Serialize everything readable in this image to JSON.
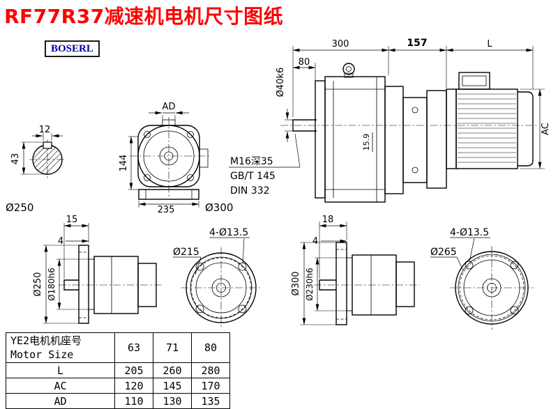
{
  "title": "RF77R37减速机电机尺寸图纸",
  "logo_text": "BOSERL",
  "main_view": {
    "dim_300": "300",
    "dim_157": "157",
    "dim_l": "L",
    "dim_80": "80",
    "shaft_dia": "Ø40k6",
    "dim_ac": "AC",
    "dim_159": "15.9",
    "thread": "M16深35",
    "std1": "GB/T 145",
    "std2": "DIN 332"
  },
  "shaft_section": {
    "dim_12": "12",
    "dim_43": "43"
  },
  "front_view": {
    "dim_ad": "AD",
    "dim_144": "144",
    "dim_235": "235"
  },
  "labels": {
    "flange_250": "Ø250",
    "flange_300": "Ø300"
  },
  "flange250": {
    "dim_15": "15",
    "dim_4": "4",
    "outer": "Ø250",
    "spigot": "Ø180h6",
    "holes": "4-Ø13.5",
    "bolt_circle": "Ø215"
  },
  "flange300": {
    "dim_18": "18",
    "dim_4": "4",
    "outer": "Ø300",
    "spigot": "Ø230h6",
    "holes": "4-Ø13.5",
    "bolt_circle": "Ø265"
  },
  "table": {
    "header_cn": "YE2电机机座号",
    "header_en": "Motor Size",
    "sizes": [
      "63",
      "71",
      "80"
    ],
    "rows": [
      {
        "label": "L",
        "values": [
          "205",
          "260",
          "280"
        ]
      },
      {
        "label": "AC",
        "values": [
          "120",
          "145",
          "170"
        ]
      },
      {
        "label": "AD",
        "values": [
          "110",
          "130",
          "135"
        ]
      }
    ]
  }
}
